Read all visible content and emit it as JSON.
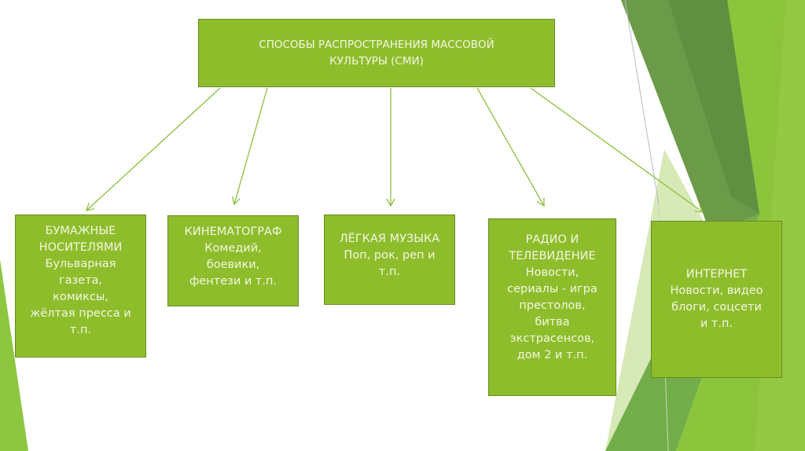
{
  "title": "СПОСОБЫ РАСПРОСТРАНЕНИЯ МАССОВОЙ\nКУЛЬТУРЫ (СМИ)",
  "boxes": [
    {
      "heading": "БУМАЖНЫЕ\nНОСИТЕЛЯМИ",
      "text": "Бульварная\nгазета,\nкомиксы,\nжёлтая пресса и\nт.п."
    },
    {
      "heading": "КИНЕМАТОГРАФ",
      "text": "Комедий,\nбоевики,\nфентези и т.п."
    },
    {
      "heading": "ЛЁГКАЯ МУЗЫКА",
      "text": "Поп, рок, реп и\nт.п."
    },
    {
      "heading": "РАДИО И\nТЕЛЕВИДЕНИЕ",
      "text": "Новости,\nсериалы - игра\nпрестолов,\nбитва\nэкстрасенсов,\nдом 2 и т.п."
    },
    {
      "heading": "ИНТЕРНЕТ",
      "text": "Новости, видео\nблоги, соцсети\nи т.п."
    }
  ],
  "colors": {
    "box": "#8ebd2c",
    "arrow": "#8cbf3f",
    "accent_dark": "#6b9a48",
    "accent_light": "#8dc63f"
  }
}
